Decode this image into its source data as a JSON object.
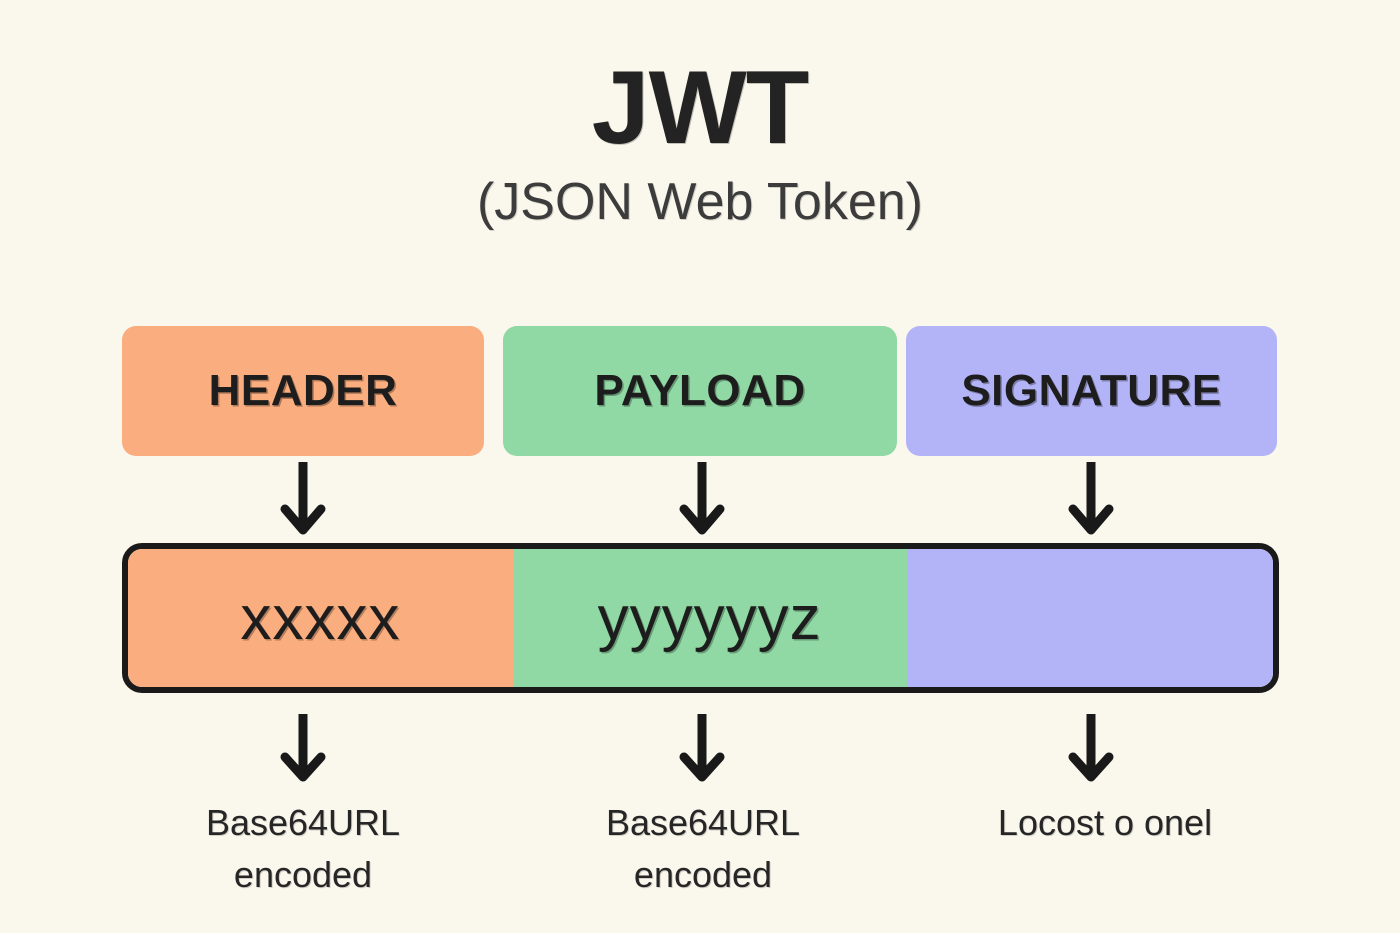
{
  "page": {
    "background_color": "#faf7ec",
    "title": "JWT",
    "subtitle": "(JSON Web Token)"
  },
  "palette": {
    "header_color": "#faad7e",
    "payload_color": "#90d8a4",
    "signature_color": "#b3b3f7",
    "outline_color": "#1a1a1a",
    "text_color": "#1d1d1d",
    "subtitle_color": "#3c3c3c"
  },
  "parts": [
    {
      "key": "header",
      "label": "HEADER",
      "color": "#faad7e"
    },
    {
      "key": "payload",
      "label": "PAYLOAD",
      "color": "#90d8a4"
    },
    {
      "key": "signature",
      "label": "SIGNATURE",
      "color": "#b3b3f7"
    }
  ],
  "token_bar": {
    "segments": [
      {
        "key": "header",
        "text": "xxxxx",
        "color": "#faad7e"
      },
      {
        "key": "payload",
        "text": "yyyyyyz",
        "color": "#90d8a4"
      },
      {
        "key": "signature",
        "text": "",
        "color": "#b3b3f7"
      }
    ]
  },
  "arrows": {
    "icon": "arrow-down-icon",
    "top": [
      {
        "key": "header",
        "name": "arrow-down-header"
      },
      {
        "key": "payload",
        "name": "arrow-down-payload"
      },
      {
        "key": "signature",
        "name": "arrow-down-signature"
      }
    ],
    "bottom": [
      {
        "key": "header",
        "name": "arrow-down-header-encoding"
      },
      {
        "key": "payload",
        "name": "arrow-down-payload-encoding"
      },
      {
        "key": "signature",
        "name": "arrow-down-signature-encoding"
      }
    ]
  },
  "captions": [
    {
      "key": "header",
      "line1": "Base64URL",
      "line2": "encoded"
    },
    {
      "key": "payload",
      "line1": "Base64URL",
      "line2": "encoded"
    },
    {
      "key": "signature",
      "line1": "Locost o onel",
      "line2": ""
    }
  ]
}
